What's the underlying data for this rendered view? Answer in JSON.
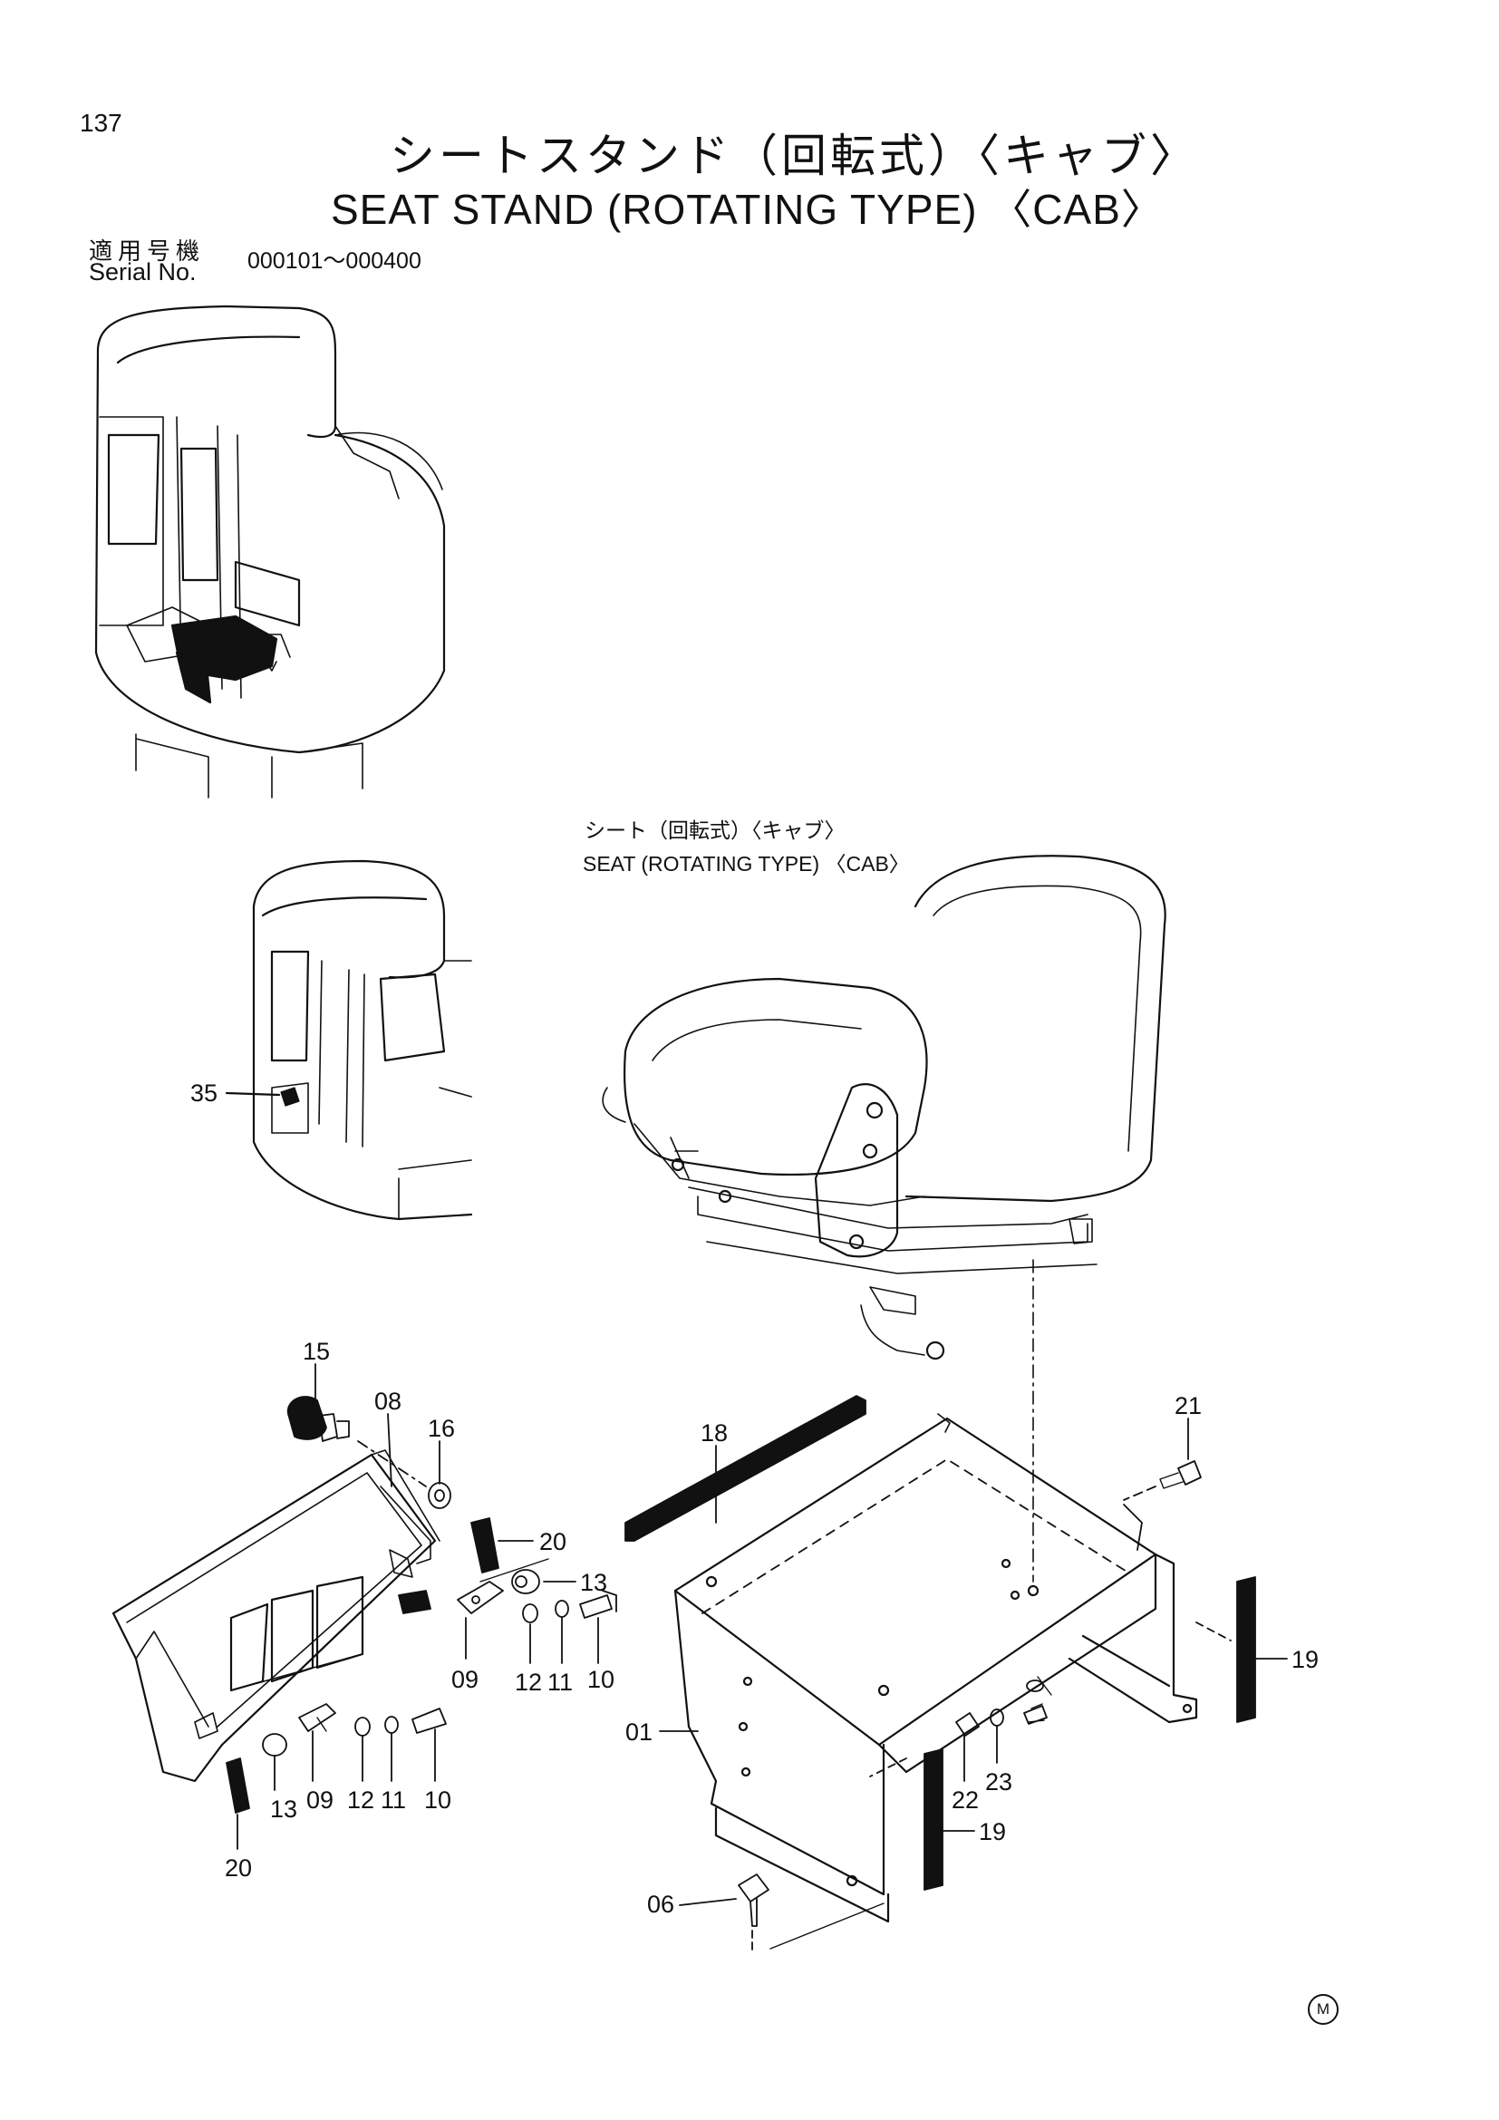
{
  "page_number": "137",
  "title_jp": "シートスタンド（回転式）〈キャブ〉",
  "title_en": "SEAT STAND (ROTATING TYPE) 〈CAB〉",
  "serial": {
    "label_jp": "適用号機",
    "label_en": "Serial No.",
    "range": "000101～000400"
  },
  "seat_label": {
    "jp": "シート（回転式）〈キャブ〉",
    "en": "SEAT (ROTATING TYPE) 〈CAB〉"
  },
  "callouts": [
    "15",
    "08",
    "16",
    "20",
    "18",
    "21",
    "13",
    "09",
    "12",
    "11",
    "10",
    "19",
    "01",
    "22",
    "23",
    "09",
    "12",
    "11",
    "10",
    "13",
    "20",
    "19",
    "06",
    "35"
  ],
  "footer_mark": "M"
}
